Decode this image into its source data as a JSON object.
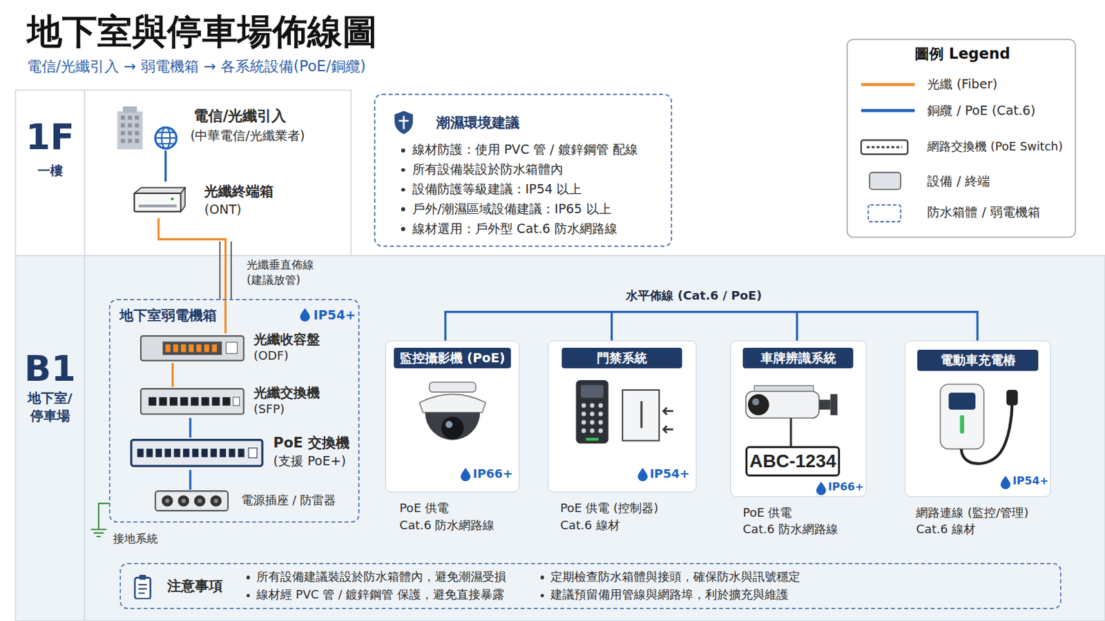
{
  "diagram": {
    "title": "地下室與停車場佈線圖",
    "caption": "電信/光纖引入 → 弱電機箱 → 各系統設備(PoE/銅纜)",
    "nodes": [
      {
        "text": [
          "1F",
          "一樓"
        ]
      },
      {
        "text": [
          "電信/光纖引入",
          "(中華電信/光纖業者)"
        ],
        "in": 0
      },
      {
        "text": [
          "光纖終端箱",
          "(ONT)"
        ],
        "in": 0
      },
      {
        "text": [
          "潮濕環境建議",
          "線材防護：使用 PVC 管 / 鍍鋅鋼管 配線",
          "所有設備裝設於防水箱體內",
          "設備防護等級建議：IP54 以上",
          "戶外/潮濕區域設備建議：IP65 以上",
          "線材選用：戶外型 Cat.6 防水網路線"
        ]
      },
      {
        "text": [
          "B1",
          "地下室/ 停車場"
        ]
      },
      {
        "text": [
          "地下室弱電機箱",
          "IP54+"
        ],
        "in": 4
      },
      {
        "text": [
          "光纖收容盤",
          "(ODF)"
        ],
        "in": 5
      },
      {
        "text": [
          "光纖交換機",
          "(SFP)"
        ],
        "in": 5
      },
      {
        "text": [
          "PoE 交換機",
          "(支援 PoE+)"
        ],
        "in": 5
      },
      {
        "text": [
          "電源插座 / 防雷器"
        ],
        "in": 5
      },
      {
        "text": [
          "監控攝影機 (PoE)",
          "IP66+",
          "PoE 供電",
          "Cat.6 防水網路線"
        ],
        "in": 4
      },
      {
        "text": [
          "門禁系統",
          "IP54+",
          "PoE 供電 (控制器)",
          "Cat.6 線材"
        ],
        "in": 4
      },
      {
        "text": [
          "車牌辨識系統",
          "ABC-1234",
          "IP66+",
          "PoE 供電",
          "Cat.6 防水網路線"
        ],
        "in": 4
      },
      {
        "text": [
          "電動車充電樁",
          "IP54+",
          "網路連線 (監控/管理)",
          "Cat.6 線材"
        ],
        "in": 4
      },
      {
        "text": [
          "注意事項",
          "所有設備建議裝設於防水箱體內，避免潮濕受損",
          "線材經 PVC 管 / 鍍鋅鋼管 保護，避免直接暴露",
          "定期檢查防水箱體與接頭，確保防水與訊號穩定",
          "建議預留備用管線與網路埠，利於擴充與維護"
        ],
        "in": 4
      }
    ],
    "edges": [
      {
        "from": 1,
        "to": 2,
        "arrow": "none"
      },
      {
        "from": 2,
        "to": 6,
        "label": "光纖垂直佈線 (建議放管)",
        "arrow": "none"
      },
      {
        "from": 6,
        "to": 7,
        "arrow": "none"
      },
      {
        "from": 7,
        "to": 8,
        "arrow": "none"
      },
      {
        "from": 8,
        "to": 9,
        "arrow": "none"
      }
    ],
    "labels": [
      "圖例 Legend",
      "水平佈線 (Cat.6 / PoE)",
      "接地系統"
    ],
    "legend": [
      {
        "text": "光纖 (Fiber)"
      },
      {
        "text": "銅纜 / PoE (Cat.6)"
      },
      {
        "text": "網路交換機 (PoE Switch)"
      },
      {
        "text": "設備 / 終端"
      },
      {
        "text": "防水箱體 / 弱電機箱"
      }
    ]
  }
}
